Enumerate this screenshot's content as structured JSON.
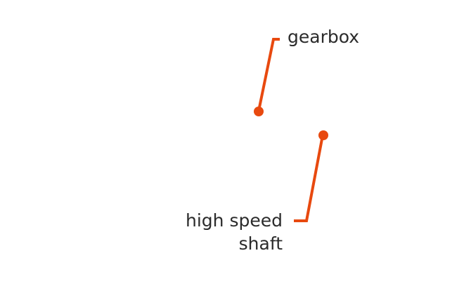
{
  "colors": {
    "leader": "#e8490f",
    "text": "#2b2b2b",
    "background": "#ffffff"
  },
  "callouts": {
    "gearbox": {
      "label": "gearbox"
    },
    "shaft": {
      "line1": "high speed",
      "line2": "shaft"
    }
  }
}
